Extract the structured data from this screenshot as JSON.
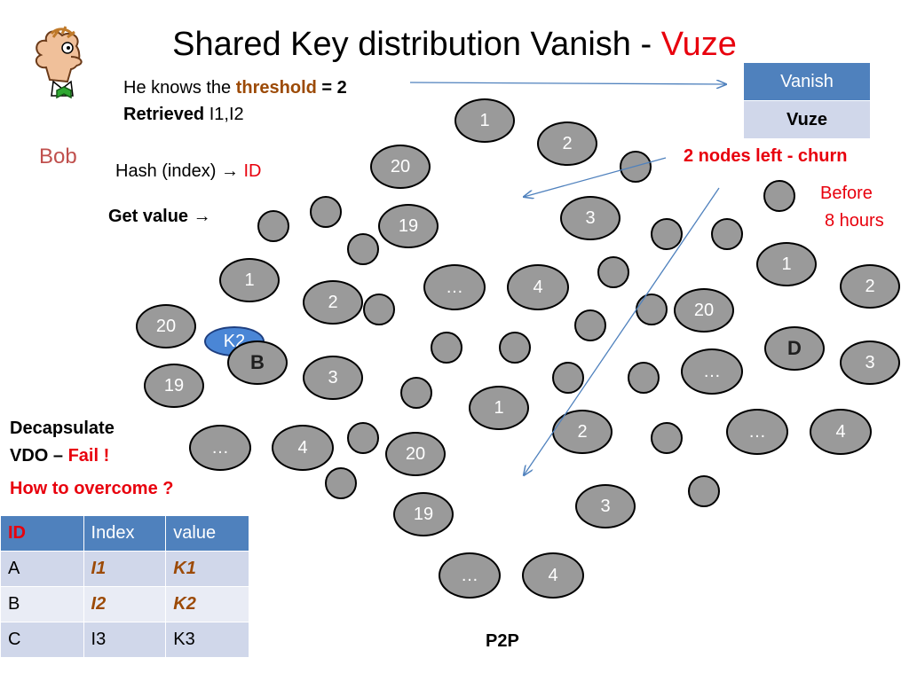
{
  "title": {
    "main": "Shared Key distribution Vanish - ",
    "highlight": "Vuze"
  },
  "bob_label": "Bob",
  "knows": {
    "prefix": "He knows the ",
    "threshold_word": "threshold",
    "suffix": " = 2"
  },
  "retrieved": {
    "label": "Retrieved",
    "value": " I1,I2"
  },
  "hash": {
    "prefix": "Hash (index) ",
    "arrow": "→",
    "id": " ID"
  },
  "get_value": {
    "label": "Get value ",
    "arrow": "→"
  },
  "churn_note": "2 nodes left - churn",
  "before": {
    "line1": "Before",
    "line2": "8 hours"
  },
  "decap": {
    "line1": "Decapsulate",
    "line2_prefix": "VDO – ",
    "line2_fail": "Fail !"
  },
  "overcome": "How to overcome ?",
  "p2p_label": "P2P",
  "legend": {
    "row1": "Vanish",
    "row2": "Vuze"
  },
  "dht_table": {
    "headers": [
      "ID",
      "Index",
      "value"
    ],
    "rows": [
      [
        "A",
        "I1",
        "K1"
      ],
      [
        "B",
        "I2",
        "K2"
      ],
      [
        "C",
        "I3",
        "K3"
      ]
    ]
  },
  "nodes": {
    "n1": "1",
    "n2": "2",
    "n3": "20",
    "n4": "19",
    "n5": "3",
    "n6": "1",
    "n7": "2",
    "n8": "20",
    "n9": "19",
    "n10": "3",
    "n11": "B",
    "n12": "K2",
    "n13": "…",
    "n14": "4",
    "n15": "1",
    "n16": "…",
    "n17": "4",
    "n18": "20",
    "n19": "2",
    "n20": "19",
    "n21": "3",
    "n22": "…",
    "n23": "4",
    "n24": "20",
    "n25": "1",
    "n26": "2",
    "n27": "D",
    "n28": "3",
    "n29": "…",
    "n30": "…",
    "n31": "4"
  },
  "colors": {
    "accent_red": "#e8000d",
    "brown": "#9c4a06",
    "node_gray": "#9a9a9a",
    "key_blue": "#4a86d6",
    "table_header": "#4f81bd",
    "arrow_blue": "#4f81bd"
  },
  "icons": {
    "bob": "cartoon-character-icon"
  }
}
